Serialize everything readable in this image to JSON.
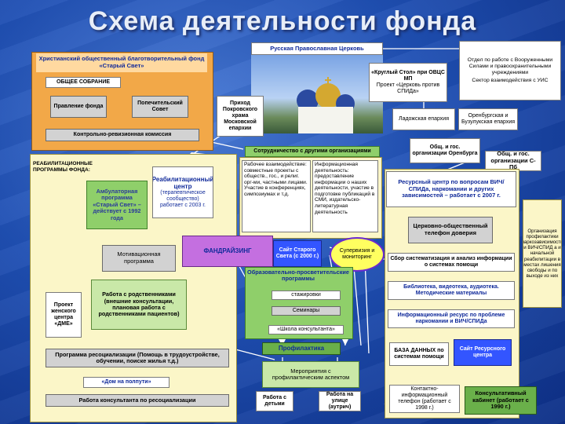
{
  "title": "Схема деятельности фонда",
  "top": {
    "church": "Русская Православная Церковь",
    "roundtable": "«Круглый Стол» при ОВЦС МП",
    "project": "Проект «Церковь против СПИДа»",
    "military": "Отдел по работе с Вооруженными Силами и правоохранительными учреждениями",
    "sector": "Сектор взаимодействия с УИС",
    "ladoga": "Ладожская епархия",
    "orenburg": "Оренбургская и Бузулукская епархия",
    "parish": "Приход Покровского храма Московской епархии"
  },
  "org": {
    "name": "Христианский общественный благотворительный фонд «Старый Свет»",
    "assembly": "ОБЩЕЕ СОБРАНИЕ",
    "board": "Правление фонда",
    "trustees": "Попечительский Совет",
    "audit": "Контрольно-ревизионная комиссия"
  },
  "rehab": {
    "header": "РЕАБИЛИТАЦИОННЫЕ ПРОГРАММЫ ФОНДА:",
    "ambulatory": "Амбулаторная программа «Старый Свет» – действует с 1992 года",
    "center_title": "Реабилитационный центр",
    "center_detail": "(терапевтическое сообщество) работает с 2003 г.",
    "motivational": "Мотивационная программа",
    "relatives": "Работа с родственниками (внешние консультации, плановая работа с родственниками пациентов)",
    "women": "Проект женского центра «ДМЕ»",
    "resocial": "Программа ресоциализации (Помощь в трудоустройстве, обучении, поиске жилья т.д.)",
    "halfway": "«Дом на полпути»",
    "consult": "Работа консультанта по ресоциализации"
  },
  "middle": {
    "coop": "Сотрудничество с другими организациями",
    "coop_left": "Рабочее взаимодействие: совместные проекты с обществ., гос., и религ. орг-ми, частными лицами. Участие в конференциях, симпозиумах и т.д.",
    "coop_right": "Информационная деятельность: предоставление информации о наших деятельности, участие в подготовке публикаций в СМИ, издательско-литературная деятельность",
    "fundraising": "ФАНДРАЙЗИНГ",
    "site": "Сайт Старого Света (с 2000 г.)",
    "supervision": "Супервизия и мониторинг",
    "education": "Образовательно-просветительские программы",
    "internships": "стажировки",
    "seminars": "Семинары",
    "counselor_school": "«Школа консультанта»",
    "prevention": "Профилактика",
    "preventive_events": "Мероприятия с профилактическим аспектом",
    "children": "Работа с детьми",
    "outreach": "Работа на улице (аутрич)"
  },
  "right": {
    "ngo_oren": "Общ. и гос. организации Оренбурга",
    "ngo_spb": "Общ. и гос. организации С-Пб",
    "resource": "Ресурсный центр по вопросам ВИЧ/СПИДа, наркомании и других зависимостей – работает с 2007 г.",
    "hotline": "Церковно-общественный телефон доверия",
    "collect": "Сбор систематизация и анализ информации о системах помощи",
    "library": "Библиотека, видеотека, аудиотека. Методические материалы",
    "info_resource": "Информационный ресурс по проблеме наркомании и ВИЧ/СПИДа",
    "database": "БАЗА ДАННЫХ по системам помощи",
    "resource_site": "Сайт Ресурсного центра",
    "contact_phone": "Контактно-информационный телефон (работает с 1998 г.)",
    "consult_office": "Консультативный кабинет (работает с 1990 г.)",
    "side_note": "Организация профилактики наркозависимости и ВИЧ/СПИД а и начальной реабилитации в местах лишения свободы и по выходе из них"
  }
}
